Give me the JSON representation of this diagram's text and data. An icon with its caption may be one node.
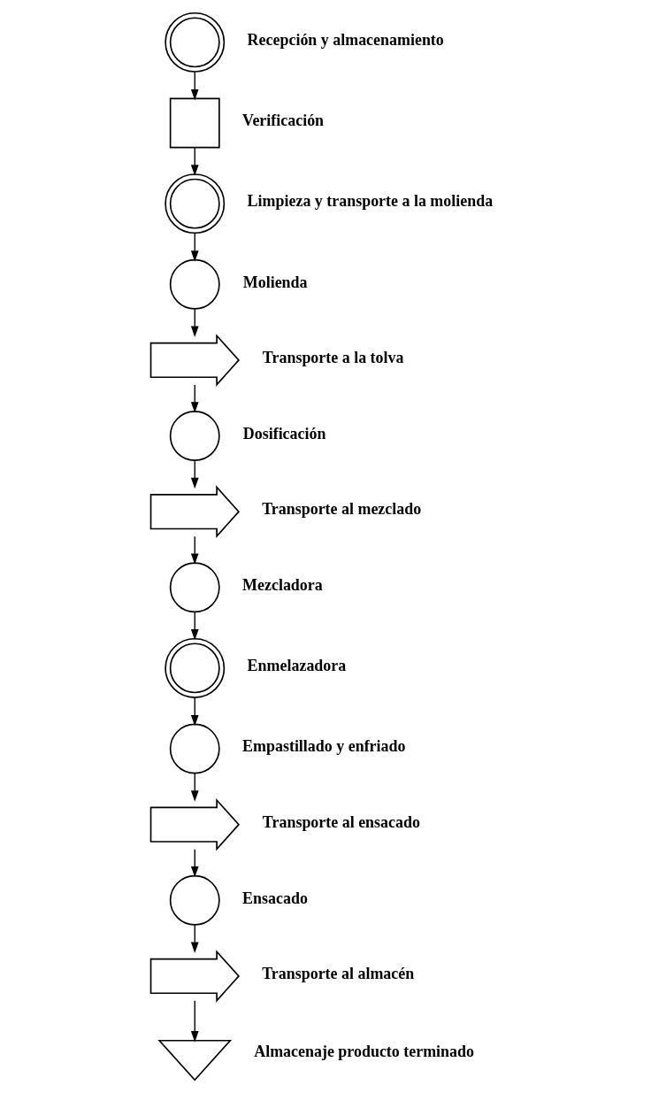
{
  "diagram": {
    "nodes": [
      {
        "text": [],
        "shape": "circle",
        "beside": [
          "Recepción y almacenamiento"
        ]
      },
      {
        "text": [],
        "shape": "box",
        "beside": [
          "Verificación"
        ]
      },
      {
        "text": [],
        "shape": "circle",
        "beside": [
          "Limpieza y transporte a la molienda"
        ]
      },
      {
        "text": [],
        "shape": "circle",
        "beside": [
          "Molienda"
        ]
      },
      {
        "text": [],
        "shape": "arrow",
        "beside": [
          "Transporte a la tolva"
        ]
      },
      {
        "text": [],
        "shape": "circle",
        "beside": [
          "Dosificación"
        ]
      },
      {
        "text": [],
        "shape": "arrow",
        "beside": [
          "Transporte al mezclado"
        ]
      },
      {
        "text": [],
        "shape": "circle",
        "beside": [
          "Mezcladora"
        ]
      },
      {
        "text": [],
        "shape": "circle",
        "beside": [
          "Enmelazadora"
        ]
      },
      {
        "text": [],
        "shape": "circle",
        "beside": [
          "Empastillado y enfriado"
        ]
      },
      {
        "text": [],
        "shape": "arrow",
        "beside": [
          "Transporte al ensacado"
        ]
      },
      {
        "text": [],
        "shape": "circle",
        "beside": [
          "Ensacado"
        ]
      },
      {
        "text": [],
        "shape": "arrow",
        "beside": [
          "Transporte al almacén"
        ]
      },
      {
        "text": [],
        "shape": "triangle",
        "beside": [
          "Almacenaje producto terminado"
        ]
      }
    ],
    "edges": [
      {
        "from": 0,
        "to": 1,
        "arrow": "to"
      },
      {
        "from": 1,
        "to": 2,
        "arrow": "to"
      },
      {
        "from": 2,
        "to": 3,
        "arrow": "to"
      },
      {
        "from": 3,
        "to": 4,
        "arrow": "to"
      },
      {
        "from": 4,
        "to": 5,
        "arrow": "to"
      },
      {
        "from": 5,
        "to": 6,
        "arrow": "to"
      },
      {
        "from": 6,
        "to": 7,
        "arrow": "to"
      },
      {
        "from": 7,
        "to": 8,
        "arrow": "to"
      },
      {
        "from": 8,
        "to": 9,
        "arrow": "to"
      },
      {
        "from": 9,
        "to": 10,
        "arrow": "to"
      },
      {
        "from": 10,
        "to": 11,
        "arrow": "to"
      },
      {
        "from": 11,
        "to": 12,
        "arrow": "to"
      },
      {
        "from": 12,
        "to": 13,
        "arrow": "to"
      }
    ]
  }
}
